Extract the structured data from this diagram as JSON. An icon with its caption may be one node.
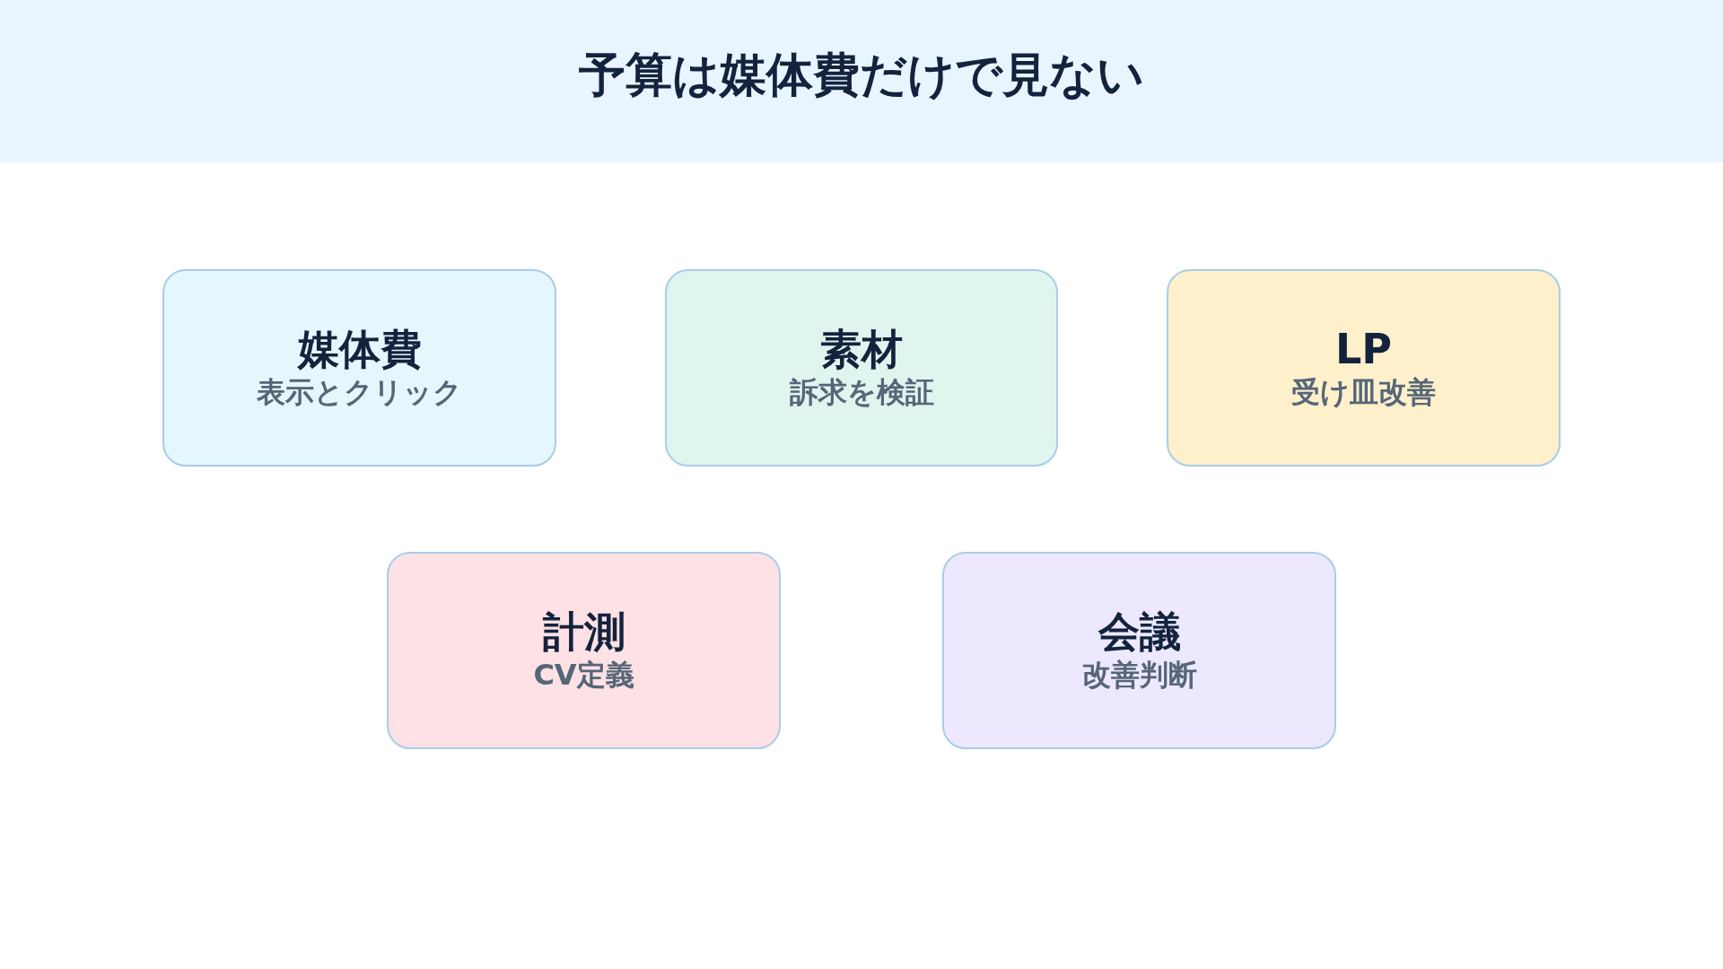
{
  "diagram": {
    "title": "予算は媒体費だけで見ない",
    "nodes": [
      {
        "text": [
          "媒体費",
          "表示とクリック"
        ]
      },
      {
        "text": [
          "素材",
          "訴求を検証"
        ]
      },
      {
        "text": [
          "LP",
          "受け皿改善"
        ]
      },
      {
        "text": [
          "計測",
          "CV定義"
        ]
      },
      {
        "text": [
          "会議",
          "改善判断"
        ]
      }
    ]
  }
}
